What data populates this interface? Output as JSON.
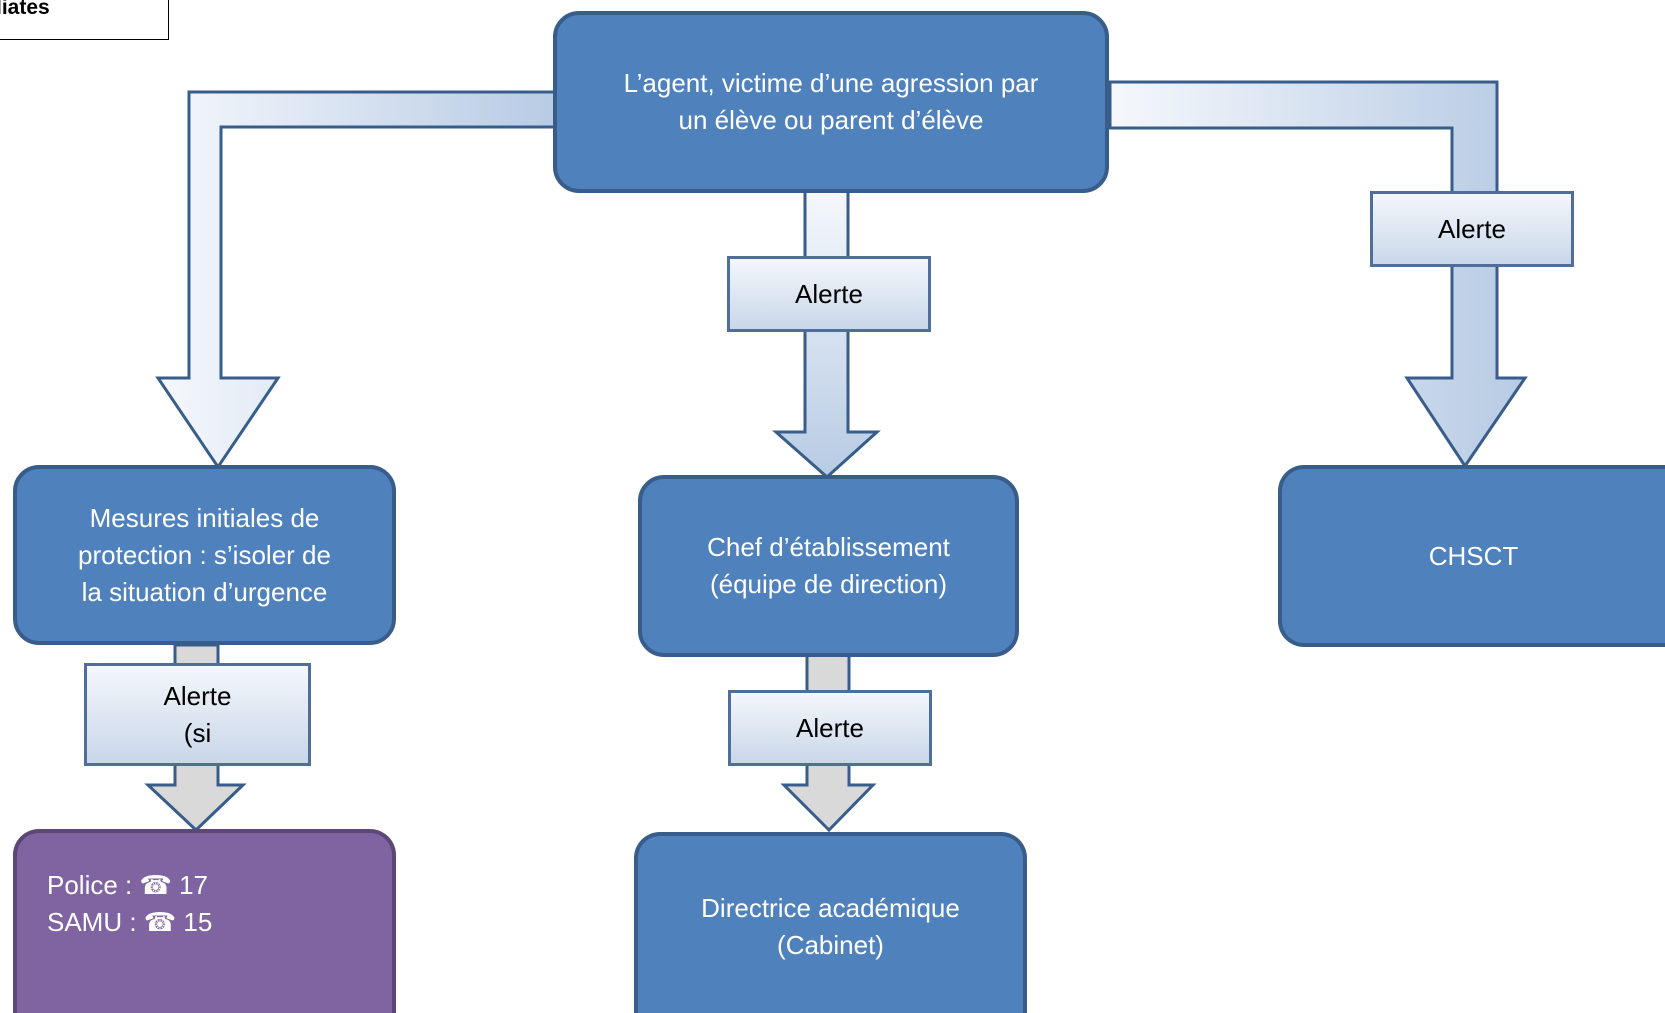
{
  "corner_note": "liates",
  "nodes": {
    "victim": {
      "line1": "L’agent, victime d’une agression par",
      "line2": "un élève ou parent d’élève"
    },
    "mesures": {
      "line1": "Mesures initiales de",
      "line2": "protection : s’isoler de",
      "line3": "la situation d’urgence"
    },
    "chef": {
      "line1": "Chef d’établissement",
      "line2": "(équipe de direction)"
    },
    "chsct": {
      "line1": "CHSCT"
    },
    "emergency": {
      "line1": "Police : ☎ 17",
      "line2": "SAMU : ☎ 15"
    },
    "directrice": {
      "line1": "Directrice académique",
      "line2": "(Cabinet)"
    }
  },
  "alerts": {
    "center_top": "Alerte",
    "right": "Alerte",
    "left_line1": "Alerte",
    "left_line2": "(si",
    "center_bottom": "Alerte"
  },
  "colors": {
    "box_blue": "#4f81bd",
    "box_purple": "#8064a2",
    "arrow_gradient_light": "#f5f8fc",
    "arrow_gradient_dark": "#b7cbe4",
    "arrow_gray": "#d9d9d9"
  }
}
